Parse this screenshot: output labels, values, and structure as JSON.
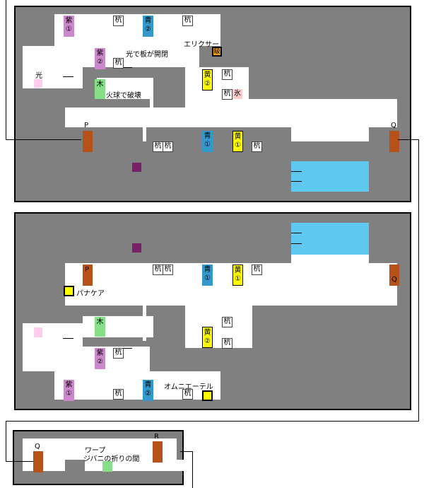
{
  "colors": {
    "wall": "#808080",
    "floor": "#ffffff",
    "purple": "#cc88cc",
    "blue": "#3399cc",
    "yellow": "#ffff00",
    "green": "#88dd88",
    "pink": "#ffccee",
    "door": "#b5521a",
    "water": "#5ec8ee",
    "block": "#772266"
  },
  "map1": {
    "labels": {
      "elixir": "エリクサー",
      "light_open": "光で板が開閉",
      "light": "光",
      "fireball": "火球で破壊",
      "door_p": "P",
      "door_q": "Q",
      "chest_mark": "級",
      "ice": "氷"
    },
    "switches": {
      "purple1": "紫\n①",
      "blue2": "青\n②",
      "purple2": "紫\n②",
      "yellow2": "黄\n②",
      "wood": "木",
      "blue1": "青\n①",
      "yellow1": "黄\n①"
    },
    "pole": "杭"
  },
  "map2": {
    "labels": {
      "panacea": "パナケア",
      "omni": "オムニエーテル",
      "door_p": "P",
      "door_q": "Q"
    },
    "switches": {
      "blue1": "青\n①",
      "yellow1": "黄\n①",
      "wood": "木",
      "yellow2": "黄\n②",
      "purple2": "紫\n②",
      "purple1": "紫\n①",
      "blue2": "青\n②"
    },
    "pole": "杭"
  },
  "map3": {
    "labels": {
      "door_q": "Q",
      "door_r": "R",
      "warp": "ワープ",
      "room": "ジバニの祈りの間"
    }
  }
}
